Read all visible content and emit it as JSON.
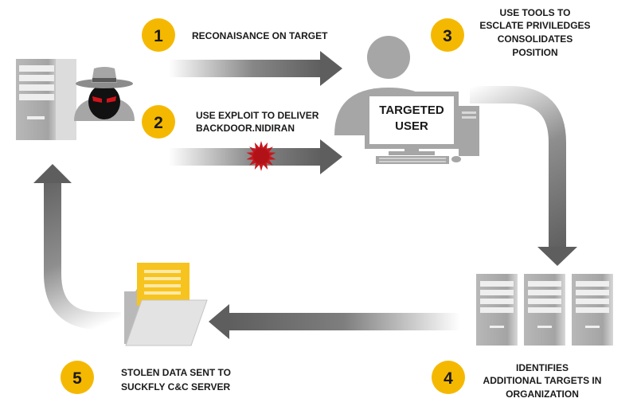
{
  "colors": {
    "badge": "#f5b800",
    "arrow": "#5e5e5e",
    "device": "#a6a6a6",
    "exploit": "#c8161d",
    "document": "#f7c31f"
  },
  "icons": {
    "attacker_server": "server-tower-icon",
    "attacker": "hat-spy-icon",
    "target": "user-at-computer-icon",
    "exploit": "exploit-burst-icon",
    "org_servers": "server-tower-icon",
    "data": "folder-document-icon"
  },
  "steps": [
    {
      "number": "1",
      "lines": [
        "RECONAISANCE ON TARGET"
      ]
    },
    {
      "number": "2",
      "lines": [
        "USE EXPLOIT TO DELIVER",
        "BACKDOOR.NIDIRAN"
      ]
    },
    {
      "number": "3",
      "lines": [
        "USE TOOLS TO",
        "ESCLATE PRIVILEDGES",
        "CONSOLIDATES",
        "POSITION"
      ]
    },
    {
      "number": "4",
      "lines": [
        "IDENTIFIES",
        "ADDITIONAL TARGETS IN",
        "ORGANIZATION"
      ]
    },
    {
      "number": "5",
      "lines": [
        "STOLEN DATA SENT TO",
        "SUCKFLY C&C SERVER"
      ]
    }
  ],
  "target_label": [
    "TARGETED",
    "USER"
  ]
}
